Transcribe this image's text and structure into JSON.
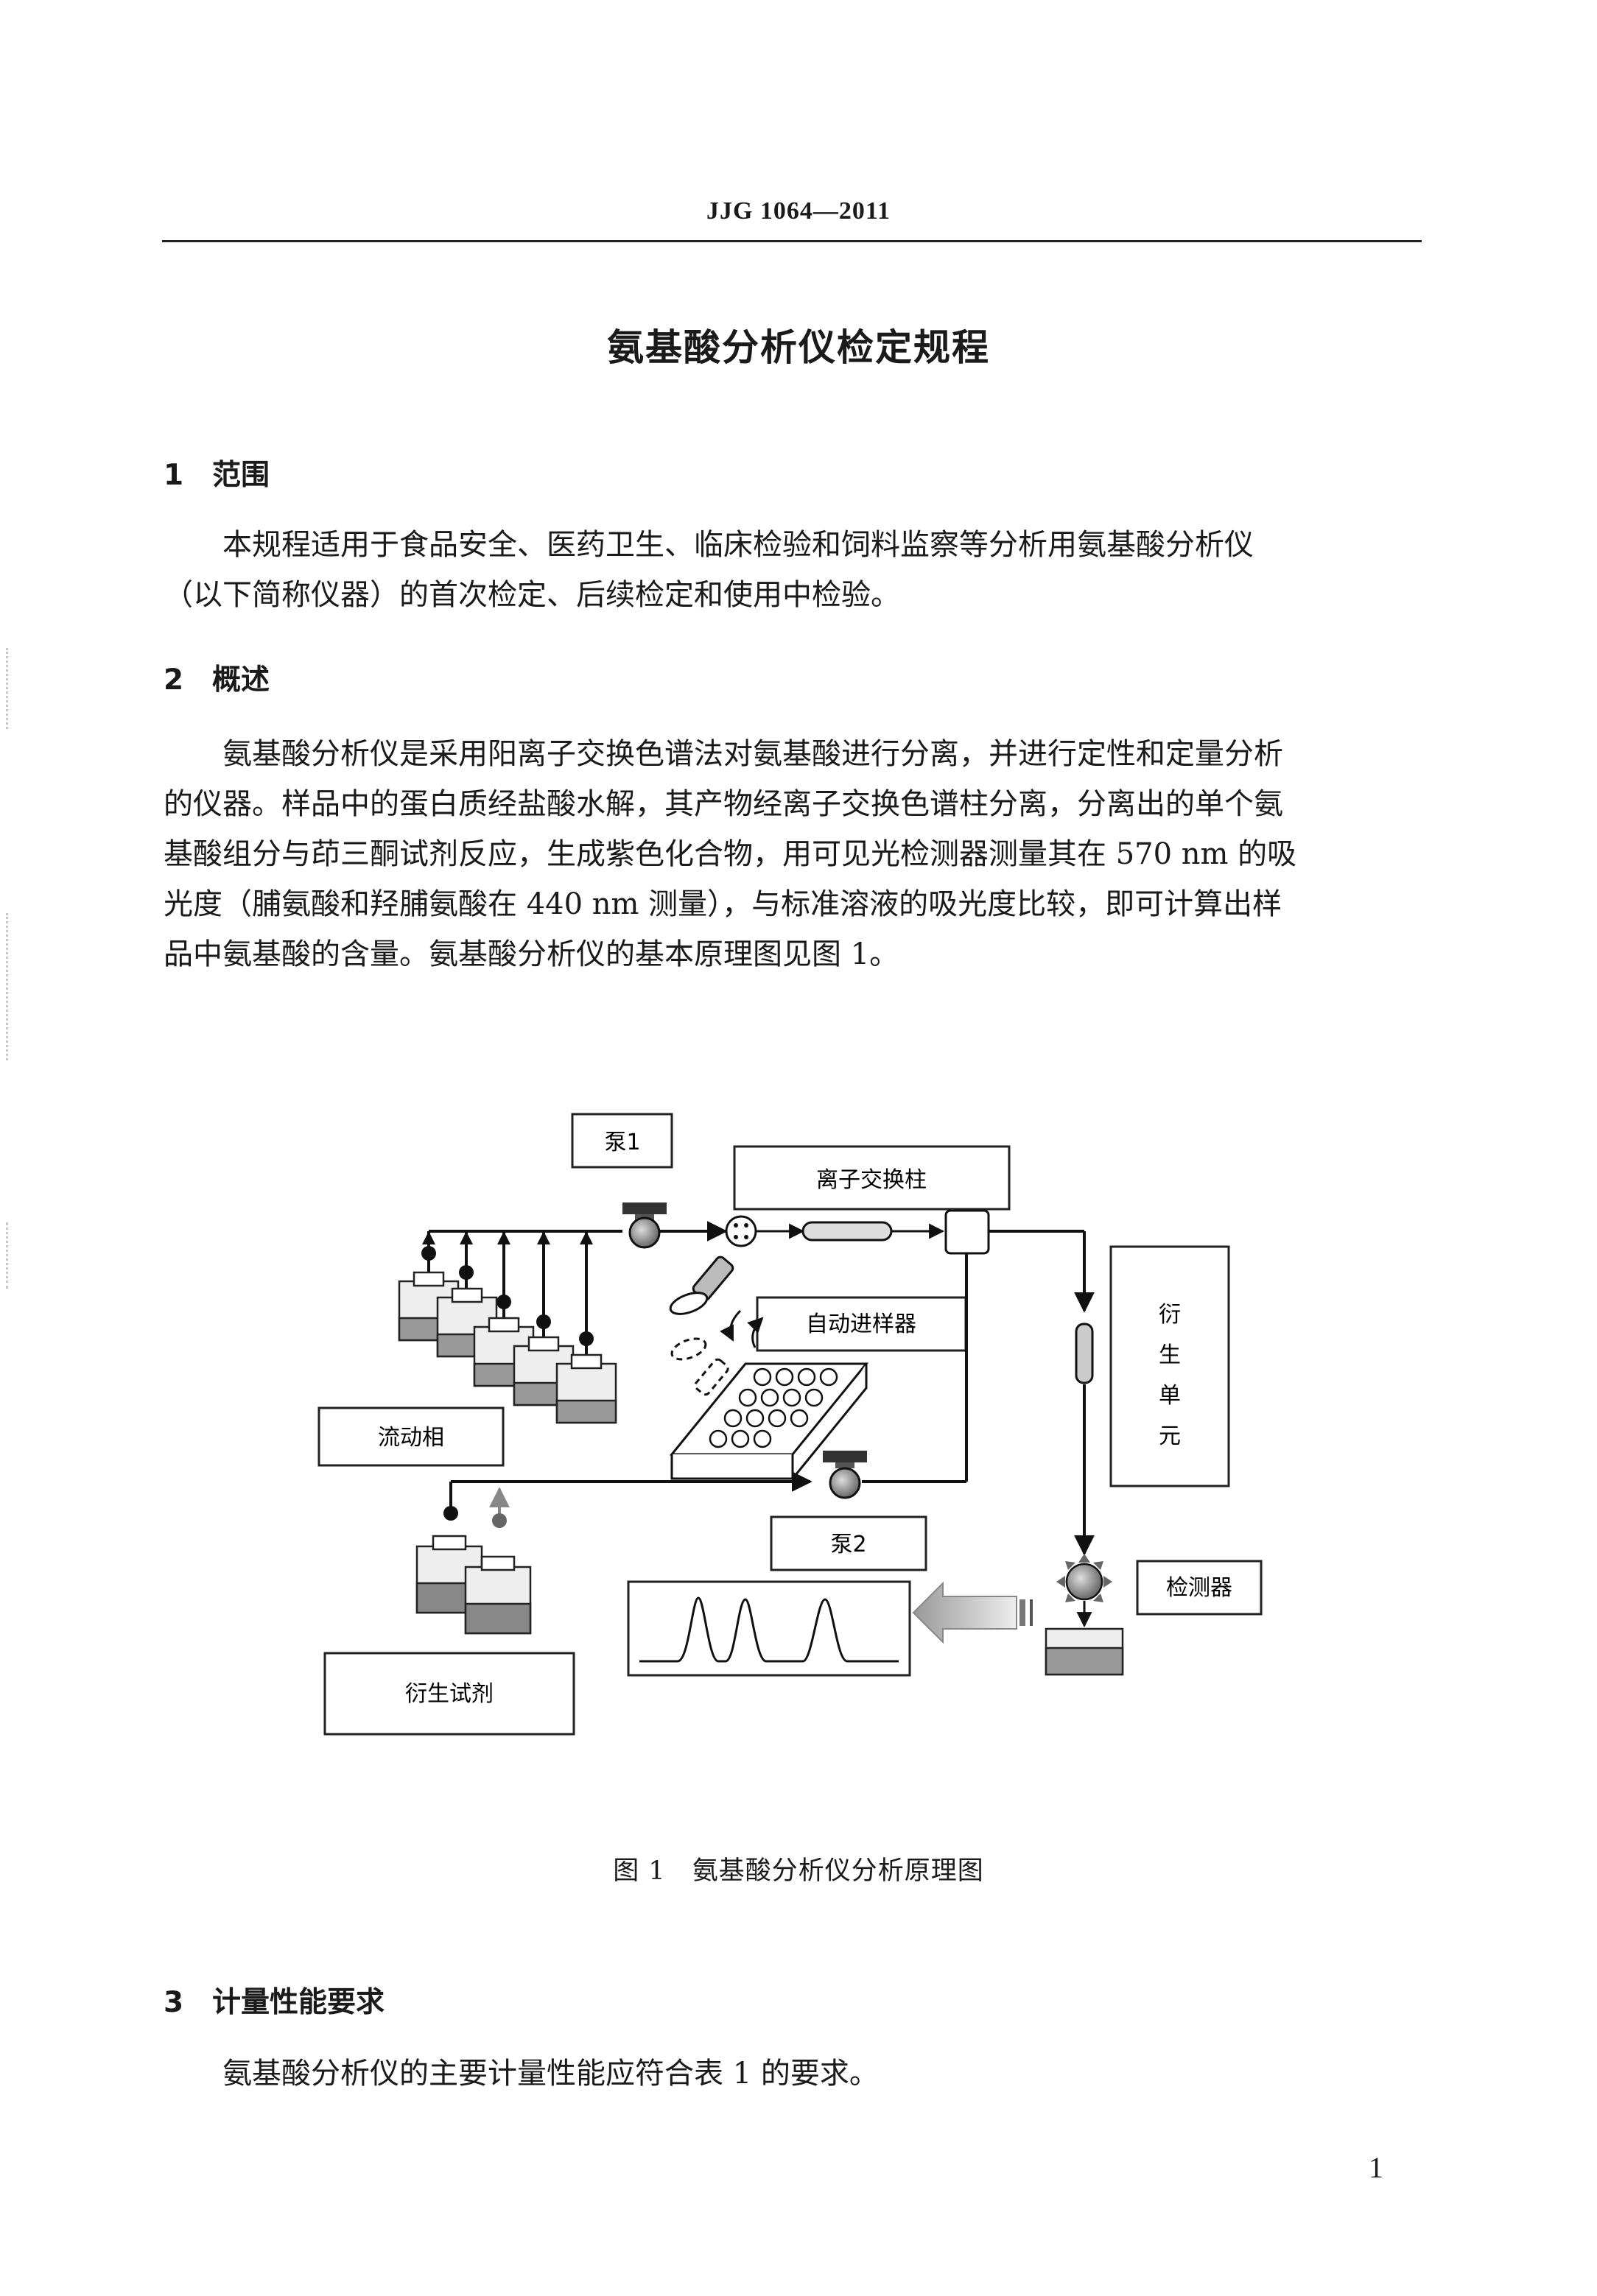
{
  "header": {
    "code": "JJG 1064—2011"
  },
  "title": "氨基酸分析仪检定规程",
  "sections": [
    {
      "number": "1",
      "heading": "范围",
      "lines": [
        "本规程适用于食品安全、医药卫生、临床检验和饲料监察等分析用氨基酸分析仪",
        "（以下简称仪器）的首次检定、后续检定和使用中检验。"
      ]
    },
    {
      "number": "2",
      "heading": "概述",
      "lines": [
        "氨基酸分析仪是采用阳离子交换色谱法对氨基酸进行分离，并进行定性和定量分析",
        "的仪器。样品中的蛋白质经盐酸水解，其产物经离子交换色谱柱分离，分离出的单个氨",
        "基酸组分与茚三酮试剂反应，生成紫色化合物，用可见光检测器测量其在 570 nm 的吸",
        "光度（脯氨酸和羟脯氨酸在 440 nm 测量），与标准溶液的吸光度比较，即可计算出样",
        "品中氨基酸的含量。氨基酸分析仪的基本原理图见图 1。"
      ]
    },
    {
      "number": "3",
      "heading": "计量性能要求",
      "lines": [
        "氨基酸分析仪的主要计量性能应符合表 1 的要求。"
      ]
    }
  ],
  "figure": {
    "labels": {
      "pump1": "泵1",
      "column": "离子交换柱",
      "derivative_unit": [
        "衍",
        "生",
        "单",
        "元"
      ],
      "autosampler": "自动进样器",
      "mobile_phase": "流动相",
      "pump2": "泵2",
      "detector": "检测器",
      "reagent": "衍生试剂"
    },
    "caption": "图 1　氨基酸分析仪分析原理图"
  },
  "page_number": "1"
}
